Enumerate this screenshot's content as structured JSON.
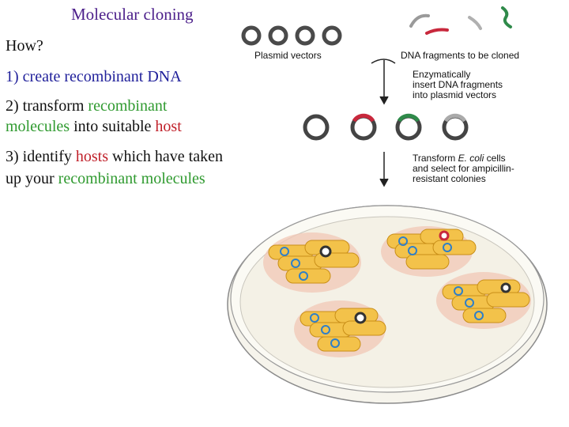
{
  "slide": {
    "title": "Molecular cloning",
    "how": "How?",
    "step1": "1) create recombinant DNA",
    "step2": {
      "part1": "2) transform ",
      "part2": "recombinant",
      "part3": "molecules",
      "part4": " into suitable ",
      "part5": "host"
    },
    "step3": {
      "part1": "3) identify ",
      "part2": "hosts",
      "part3": " which have taken",
      "part4": "up your ",
      "part5": "recombinant molecules"
    }
  },
  "figure": {
    "plasmid_label": "Plasmid vectors",
    "fragments_label": "DNA fragments to be cloned",
    "insert_label": [
      "Enzymatically",
      "insert DNA fragments",
      "into plasmid vectors"
    ],
    "transform_label": {
      "line1_a": "Transform ",
      "line1_b": "E. coli",
      "line1_c": " cells",
      "line2": "and select for ampicillin-",
      "line3": "resistant colonies"
    },
    "colors": {
      "plasmid_ring": "#4a4a4a",
      "fragment_gray": "#9a9a9a",
      "fragment_red": "#c8283c",
      "fragment_green": "#2f8a4a",
      "cell_fill": "#f3c24a",
      "cell_edge": "#c98f18",
      "dna_blue": "#2f7fc8",
      "colony_halo": "#f2c7b6",
      "plate_edge": "#8a8a8a"
    }
  }
}
